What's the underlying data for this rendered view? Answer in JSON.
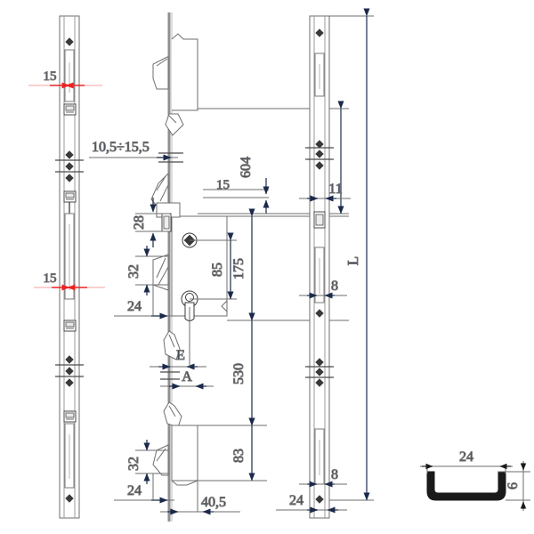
{
  "drawing": {
    "title": "Multi-point lock technical drawing",
    "type": "engineering-drawing",
    "views": [
      {
        "name": "left-face-view",
        "label": ""
      },
      {
        "name": "center-section-view",
        "label": ""
      },
      {
        "name": "right-face-view",
        "label": ""
      },
      {
        "name": "profile-cross-section",
        "label": ""
      }
    ]
  },
  "colors": {
    "line": "#6e6e6e",
    "dark_line": "#3a3a3a",
    "dimension": "#1b2a4a",
    "highlight": "#ee2222",
    "fill": "#ffffff",
    "solid": "#1a1a1a"
  },
  "dimensions": {
    "left_view": [
      {
        "id": "left-15-top",
        "value": "15",
        "color": "#ee2222",
        "orientation": "horizontal"
      },
      {
        "id": "left-15-bottom",
        "value": "15",
        "color": "#ee2222",
        "orientation": "horizontal"
      }
    ],
    "center_view": [
      {
        "id": "backset-range",
        "value": "10,5÷15,5",
        "orientation": "horizontal"
      },
      {
        "id": "dim-15",
        "value": "15",
        "orientation": "vertical"
      },
      {
        "id": "dim-604",
        "value": "604",
        "orientation": "vertical"
      },
      {
        "id": "dim-28",
        "value": "28",
        "orientation": "vertical"
      },
      {
        "id": "dim-32-upper",
        "value": "32",
        "orientation": "vertical"
      },
      {
        "id": "dim-24-upper",
        "value": "24",
        "orientation": "horizontal"
      },
      {
        "id": "dim-85",
        "value": "85",
        "orientation": "vertical"
      },
      {
        "id": "dim-175",
        "value": "175",
        "orientation": "vertical"
      },
      {
        "id": "dim-E",
        "value": "E",
        "orientation": "horizontal"
      },
      {
        "id": "dim-A",
        "value": "A",
        "orientation": "horizontal"
      },
      {
        "id": "dim-530",
        "value": "530",
        "orientation": "vertical"
      },
      {
        "id": "dim-83",
        "value": "83",
        "orientation": "vertical"
      },
      {
        "id": "dim-32-lower",
        "value": "32",
        "orientation": "vertical"
      },
      {
        "id": "dim-24-lower",
        "value": "24",
        "orientation": "horizontal"
      },
      {
        "id": "dim-40-5",
        "value": "40,5",
        "orientation": "horizontal"
      }
    ],
    "right_view": [
      {
        "id": "dim-11",
        "value": "11",
        "orientation": "horizontal"
      },
      {
        "id": "dim-8-upper",
        "value": "8",
        "orientation": "horizontal"
      },
      {
        "id": "dim-8-lower",
        "value": "8",
        "orientation": "horizontal"
      },
      {
        "id": "dim-L",
        "value": "L",
        "orientation": "vertical"
      },
      {
        "id": "dim-24-right",
        "value": "24",
        "orientation": "horizontal"
      }
    ],
    "section_view": [
      {
        "id": "section-24",
        "value": "24",
        "orientation": "horizontal"
      },
      {
        "id": "section-6",
        "value": "6",
        "orientation": "vertical"
      }
    ]
  }
}
